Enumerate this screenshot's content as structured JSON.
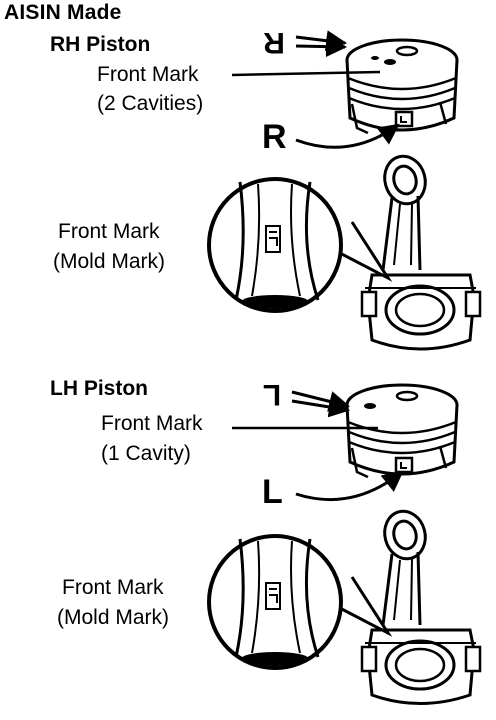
{
  "title": "AISIN Made",
  "rh": {
    "heading": "RH Piston",
    "front_mark": "Front Mark",
    "cavities": "(2 Cavities)",
    "marker_letter": "R"
  },
  "rh_rod": {
    "front_mark": "Front Mark",
    "mold_mark": "(Mold Mark)"
  },
  "lh": {
    "heading": "LH Piston",
    "front_mark": "Front Mark",
    "cavities": "(1 Cavity)",
    "marker_letter": "L"
  },
  "lh_rod": {
    "front_mark": "Front Mark",
    "mold_mark": "(Mold Mark)"
  }
}
